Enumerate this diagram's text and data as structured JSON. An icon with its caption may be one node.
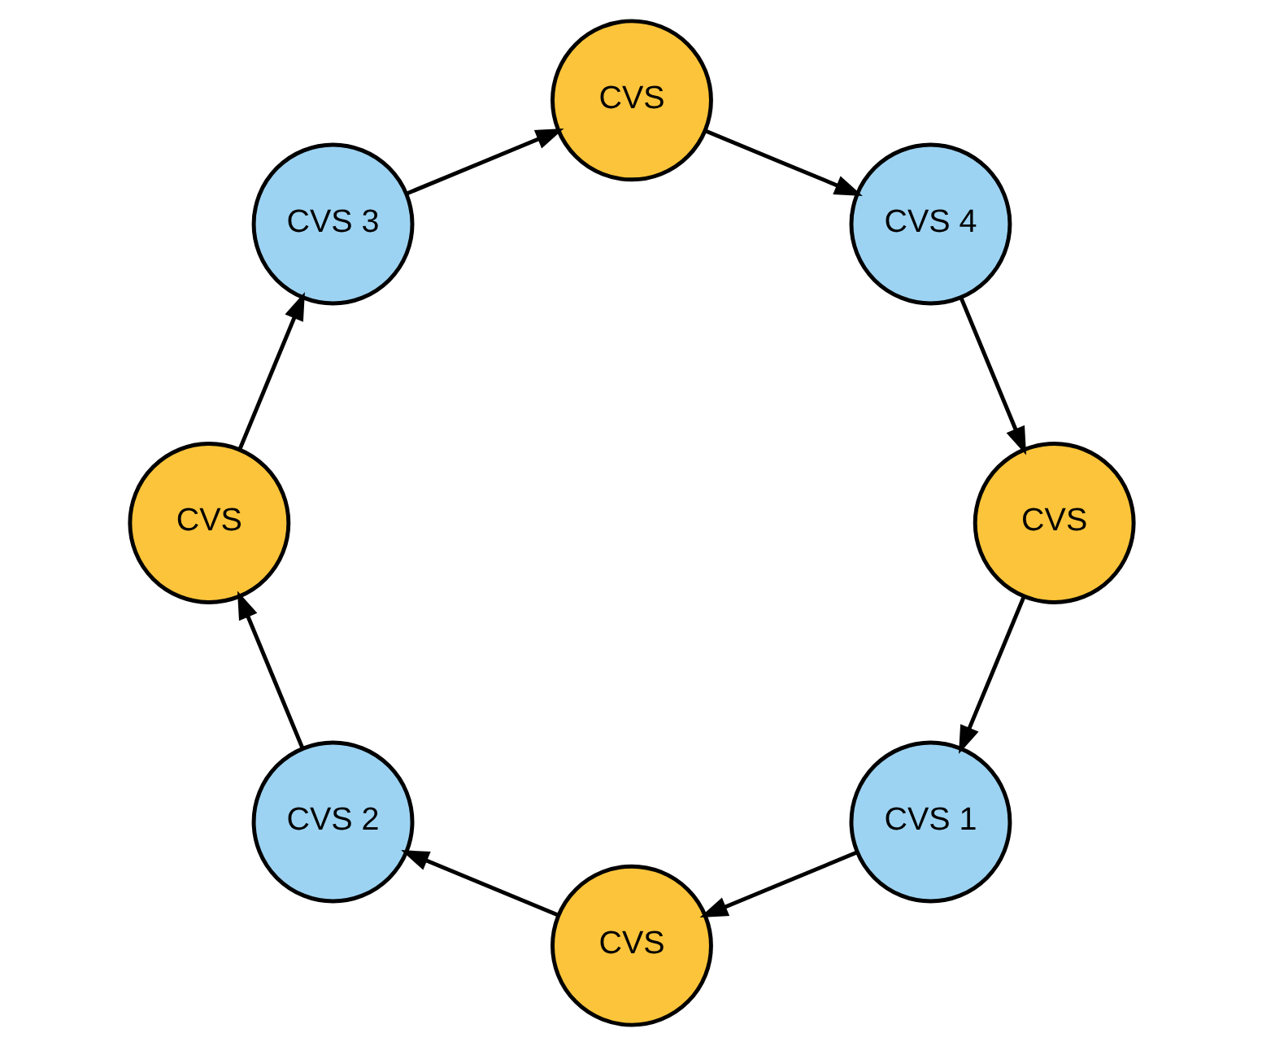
{
  "diagram": {
    "nodes": [
      {
        "text": [
          "CVS 1"
        ]
      },
      {
        "text": [
          "CVS"
        ]
      },
      {
        "text": [
          "CVS"
        ]
      },
      {
        "text": [
          "CVS 4"
        ]
      },
      {
        "text": [
          "CVS 2"
        ]
      },
      {
        "text": [
          "CVS"
        ]
      },
      {
        "text": [
          "CVS"
        ]
      },
      {
        "text": [
          "CVS 3"
        ]
      }
    ],
    "edges": [
      {
        "from": 0,
        "to": 2,
        "arrow": "to"
      },
      {
        "from": 2,
        "to": 4,
        "arrow": "to"
      },
      {
        "from": 4,
        "to": 6,
        "arrow": "to"
      },
      {
        "from": 6,
        "to": 7,
        "arrow": "to"
      },
      {
        "from": 7,
        "to": 5,
        "arrow": "to"
      },
      {
        "from": 5,
        "to": 3,
        "arrow": "to"
      },
      {
        "from": 3,
        "to": 1,
        "arrow": "to"
      },
      {
        "from": 1,
        "to": 0,
        "arrow": "to"
      }
    ]
  }
}
